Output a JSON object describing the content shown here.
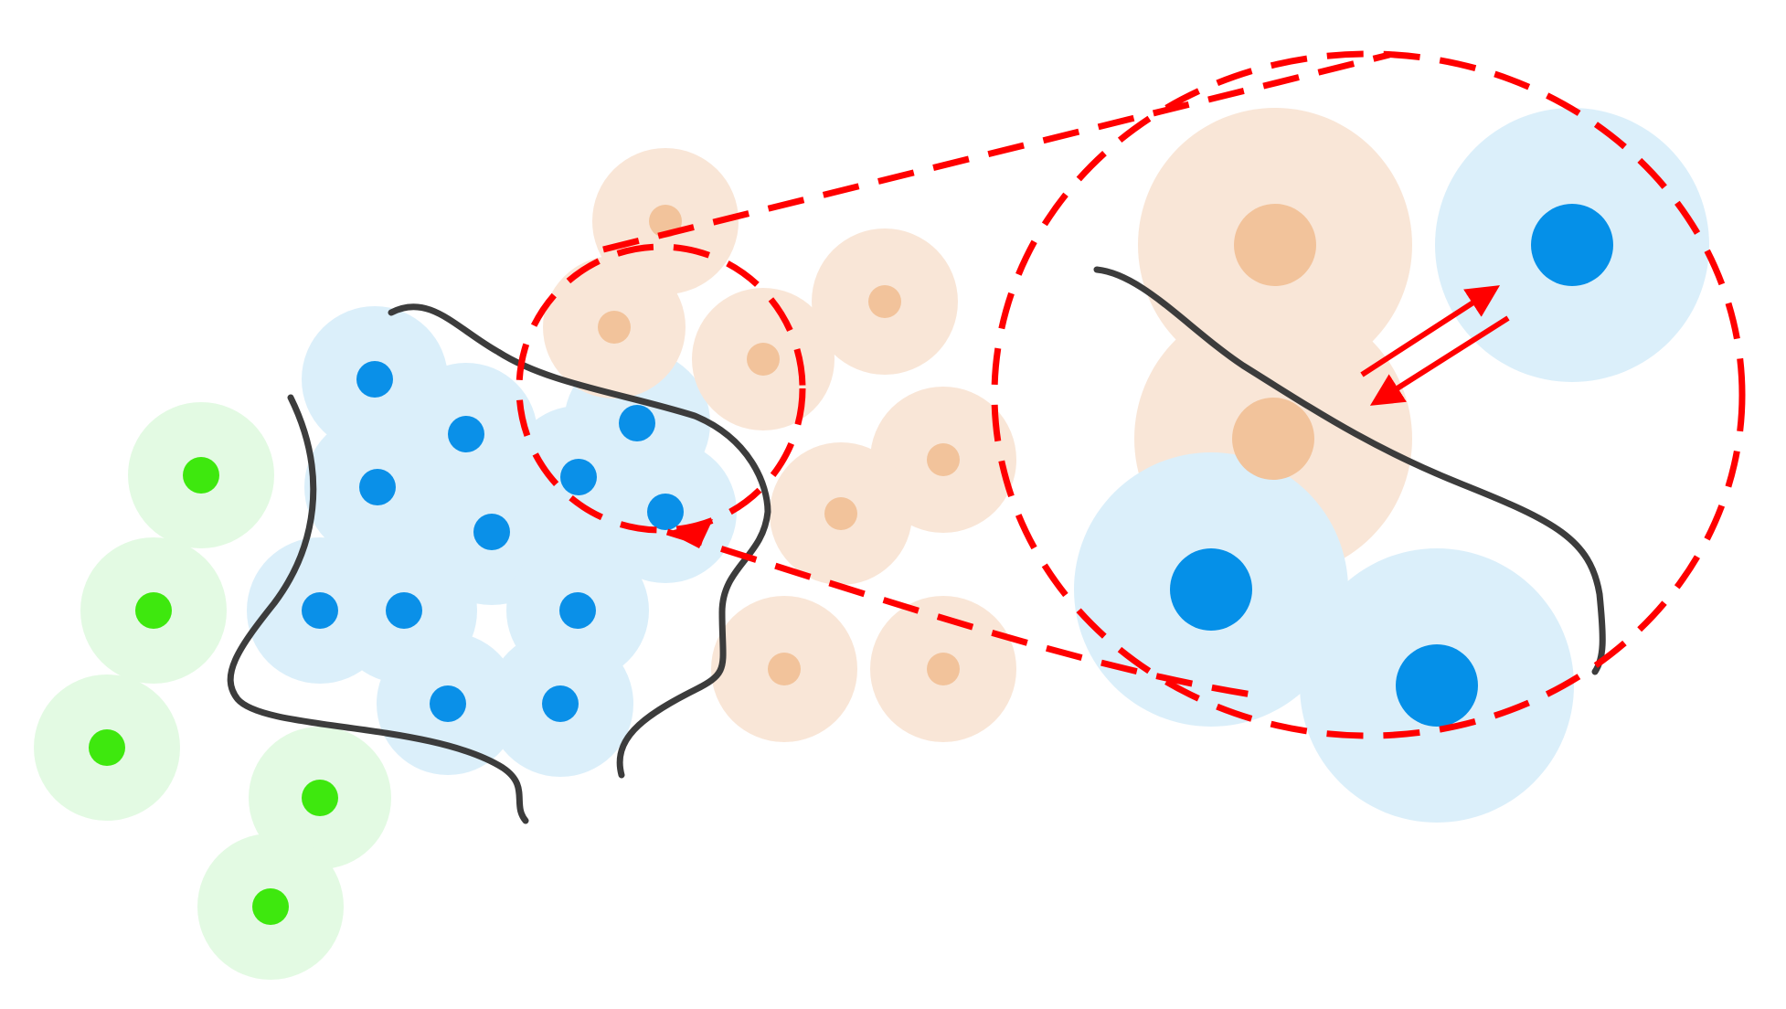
{
  "colors": {
    "background": "#ffffff",
    "green_halo": "#e3fae3",
    "green_core": "#3ee80e",
    "orange_halo": "#f9e6d7",
    "orange_core": "#f2c39b",
    "blue_halo": "#dbeffa",
    "blue_core_small": "#0a90e8",
    "blue_core_large": "#0590e8",
    "boundary_curve": "#3c3c3c",
    "zoom_highlight": "#ff0000"
  },
  "groups": [
    {
      "name": "green-points",
      "class_color": "green"
    },
    {
      "name": "blue-points",
      "class_color": "blue"
    },
    {
      "name": "orange-points",
      "class_color": "orange"
    }
  ],
  "zoom": {
    "style": "dashed",
    "arrows": "bidirectional"
  }
}
